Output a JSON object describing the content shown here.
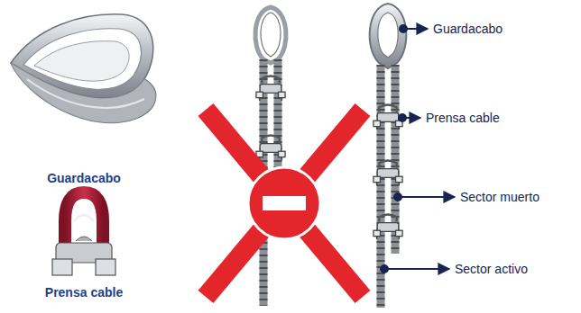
{
  "diagram": {
    "labels": [
      "Guardacabo",
      "Prensa cable",
      "Guardacabo",
      "Prensa cable",
      "Sector muerto",
      "Sector activo"
    ]
  }
}
